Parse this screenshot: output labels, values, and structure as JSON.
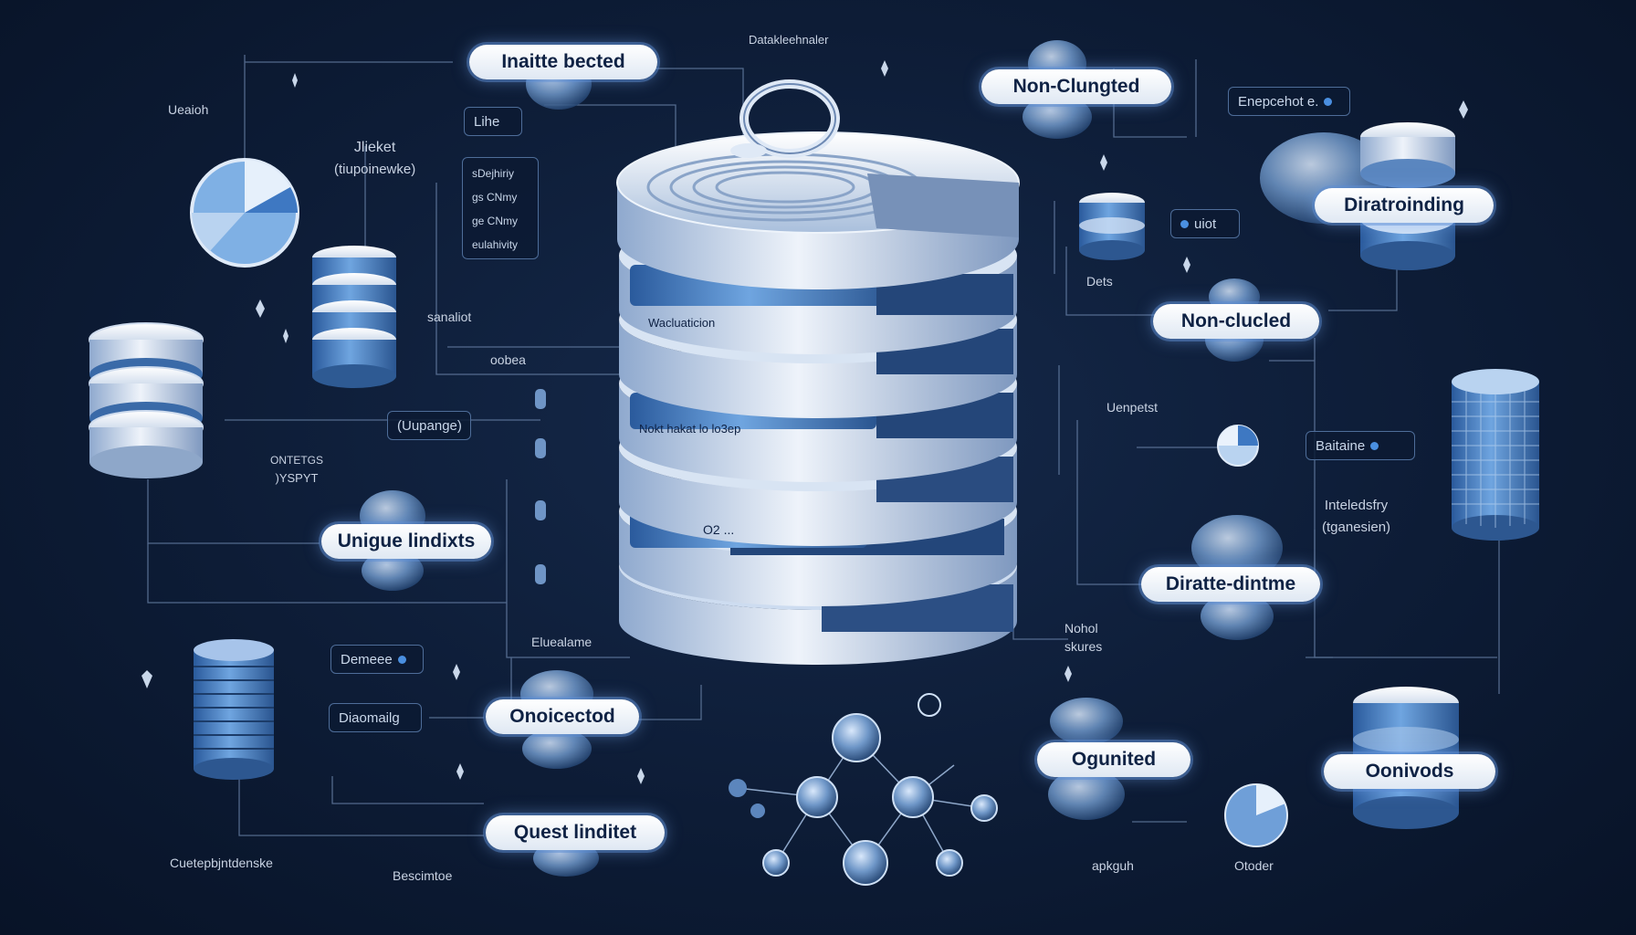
{
  "pills": {
    "inaitte_bected": "Inaitte bected",
    "non_clungted": "Non-Clungted",
    "diratroinding": "Diratroinding",
    "non_clucled": "Non-clucled",
    "unigue_lindixts": "Unigue lindixts",
    "diratte_dintme": "Diratte-dintme",
    "onoicectod": "Onoicectod",
    "ogunited": "Ogunited",
    "oonivods": "Oonivods",
    "quest_linditet": "Quest linditet"
  },
  "boxes": {
    "lihe": "Lihe",
    "uiot": "uiot",
    "enepcehot": "Enepcehot e.",
    "baitaine": "Baitaine",
    "demeee": "Demeee",
    "ulupange": "(Uupange)",
    "diaomailg": "Diaomailg"
  },
  "labels": {
    "datakleehnaler": "Datakleehnaler",
    "ueaioh": "Ueaioh",
    "sanaliot": "sanaliot",
    "oobea": "oobea",
    "dets": "Dets",
    "uenpetst": "Uenpetst",
    "eluealame": "Eluealame",
    "nohol": "Nohol",
    "skures": "skures",
    "cuetepbjntdenske": "Cuetepbjntdenske",
    "bescimtoe": "Bescimtoe",
    "apkguh": "apkguh",
    "otoder": "Otoder",
    "jlieket": "Jlieket",
    "tiupoinewke": "(tiupoinewke)",
    "ontetgs": "ONTETGS",
    "yspyt": ")YSPYT",
    "inteledsfry": "Inteledsfry",
    "tganesien": "(tganesien)"
  },
  "side_list": [
    "sDejhiriy",
    "gs CNmy",
    "ge CNmy",
    "eulahivity"
  ],
  "server_labels": {
    "band1": "Wacluaticion",
    "band3": "Nokt hakat lo lo3ep",
    "band5": "O2 ..."
  },
  "colors": {
    "background": "#0d1c36",
    "accent": "#4a8fe0",
    "line": "#6b84aa",
    "pill_text": "#0f2244"
  }
}
